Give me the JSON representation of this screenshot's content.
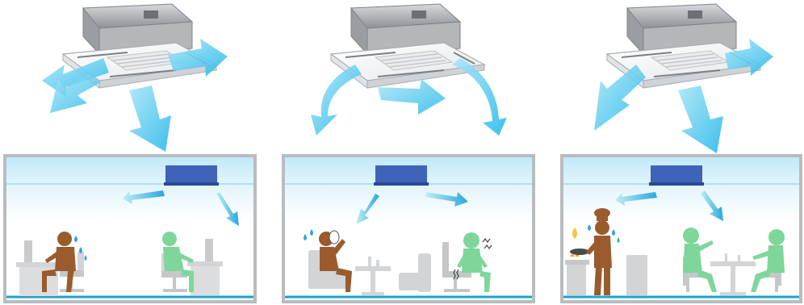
{
  "colors": {
    "arrow_cyan": "#3cbfe8",
    "ceiling_unit_blue": "#3f63b8",
    "room_border": "#b9bcbf",
    "floor_line": "#1aa3cc",
    "person_brown": "#9a5b2d",
    "person_green": "#7ed69a",
    "furniture_gray": "#d3d4d6"
  },
  "icons": {
    "cassette_unit": "ceiling-cassette-ac-icon",
    "airflow_arrow": "airflow-arrow-icon",
    "person_hot": "person-sweating-icon",
    "person_cold": "person-shivering-icon",
    "person_comfortable": "person-comfortable-icon"
  },
  "scenes": [
    {
      "id": "scene-1"
    },
    {
      "id": "scene-2"
    },
    {
      "id": "scene-3"
    }
  ]
}
